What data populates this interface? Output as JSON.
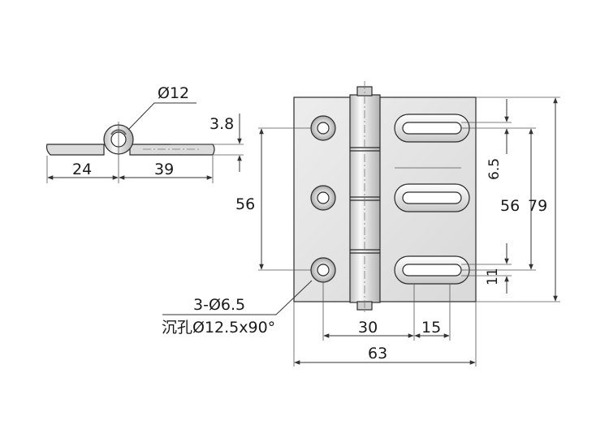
{
  "side_view": {
    "pin_diameter": "Ø12",
    "thickness": "3.8",
    "left_length": "24",
    "right_length": "39"
  },
  "front_view": {
    "hole_pitch": "56",
    "slot_offset": "6.5",
    "slot_pitch": "56",
    "overall_height": "79",
    "slot_width": "11",
    "hole_spec_line1": "3-Ø6.5",
    "hole_spec_line2": "沉孔Ø12.5x90°",
    "hole_to_slot": "30",
    "slot_length": "15",
    "overall_width": "63"
  },
  "colors": {
    "plate_fill": "#e4e4e4",
    "line": "#2a2a2a",
    "text": "#1a1a1a"
  }
}
